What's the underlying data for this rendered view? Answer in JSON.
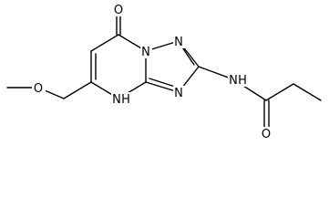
{
  "molecule": {
    "atoms": {
      "o_carbonyl_ring": "O",
      "n_bridge": "N",
      "n_triazole_top": "N",
      "n_triazole_bottom": "N",
      "nh_pyrimidine": "N",
      "h_pyrimidine": "H",
      "nh_amide": "N",
      "h_amide": "H",
      "o_methoxy": "O",
      "o_amide": "O"
    }
  }
}
